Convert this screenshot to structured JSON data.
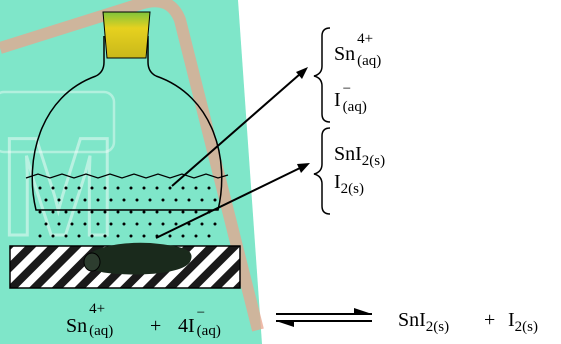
{
  "background_color": "#7fe6c9",
  "border_color": "#e8a48c",
  "stopper_color": "#d4c21a",
  "solid_color": "#1a2a1c",
  "top_group": [
    {
      "base": "Sn",
      "sup": "4+",
      "sub": "(aq)"
    },
    {
      "base": "I",
      "sup": "−",
      "sub": "(aq)"
    }
  ],
  "bottom_group": [
    {
      "base": "SnI",
      "sub": "2(s)"
    },
    {
      "base": "I",
      "sub": "2(s)"
    }
  ],
  "equation": {
    "reactant1_base": "Sn",
    "reactant1_sup": "4+",
    "reactant1_sub": "(aq)",
    "plus1": "+",
    "reactant2_base": "4I",
    "reactant2_sup": "−",
    "reactant2_sub": "(aq)",
    "product1_base": "SnI",
    "product1_sub": "2(s)",
    "plus2": "+",
    "product2_base": "I",
    "product2_sub": "2(s)"
  },
  "icons": [
    "round-bottom-flask-icon",
    "equilibrium-arrows-icon",
    "curly-brace-icon"
  ]
}
